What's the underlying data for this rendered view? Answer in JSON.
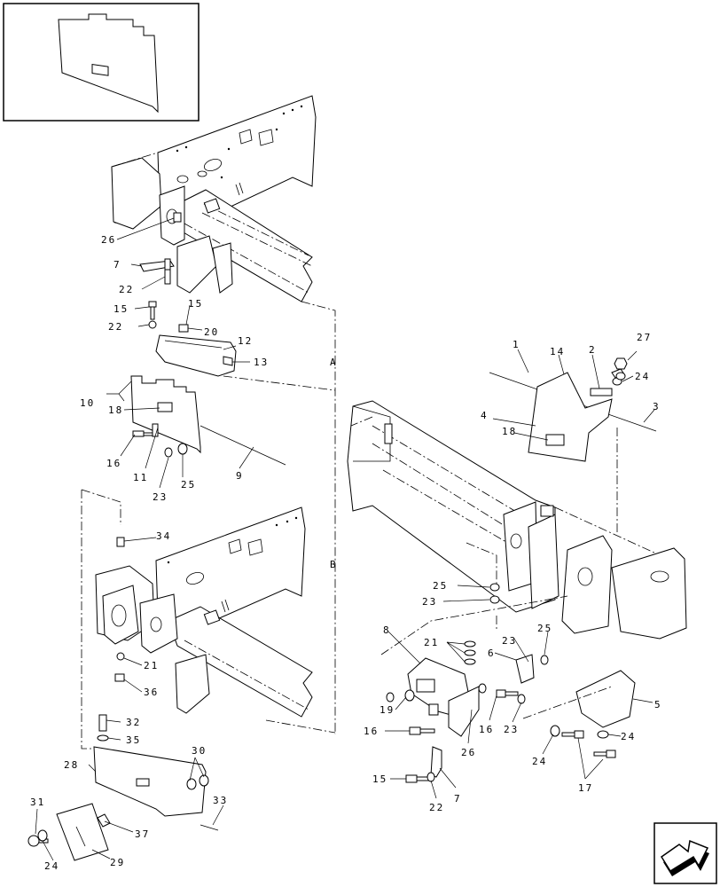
{
  "diagram": {
    "sections": {
      "a": "A",
      "b": "B"
    },
    "callouts": {
      "c1": "1",
      "c2": "2",
      "c3": "3",
      "c4": "4",
      "c5": "5",
      "c6": "6",
      "c7a": "7",
      "c7b": "7",
      "c8": "8",
      "c9": "9",
      "c10": "10",
      "c11": "11",
      "c12": "12",
      "c13": "13",
      "c14": "14",
      "c15a": "15",
      "c15b": "15",
      "c15c": "15",
      "c16a": "16",
      "c16b": "16",
      "c16c": "16",
      "c17": "17",
      "c18a": "18",
      "c18b": "18",
      "c19": "19",
      "c20": "20",
      "c21a": "21",
      "c21b": "21",
      "c22a": "22",
      "c22b": "22",
      "c22c": "22",
      "c23a": "23",
      "c23b": "23",
      "c23c": "23",
      "c23d": "23",
      "c24a": "24",
      "c24b": "24",
      "c24c": "24",
      "c24d": "24",
      "c25a": "25",
      "c25b": "25",
      "c25c": "25",
      "c26a": "26",
      "c26b": "26",
      "c27": "27",
      "c28": "28",
      "c29": "29",
      "c30": "30",
      "c31": "31",
      "c32": "32",
      "c33": "33",
      "c34": "34",
      "c35": "35",
      "c36": "36",
      "c37": "37"
    },
    "nav_icon": "next-page-arrow-icon"
  }
}
